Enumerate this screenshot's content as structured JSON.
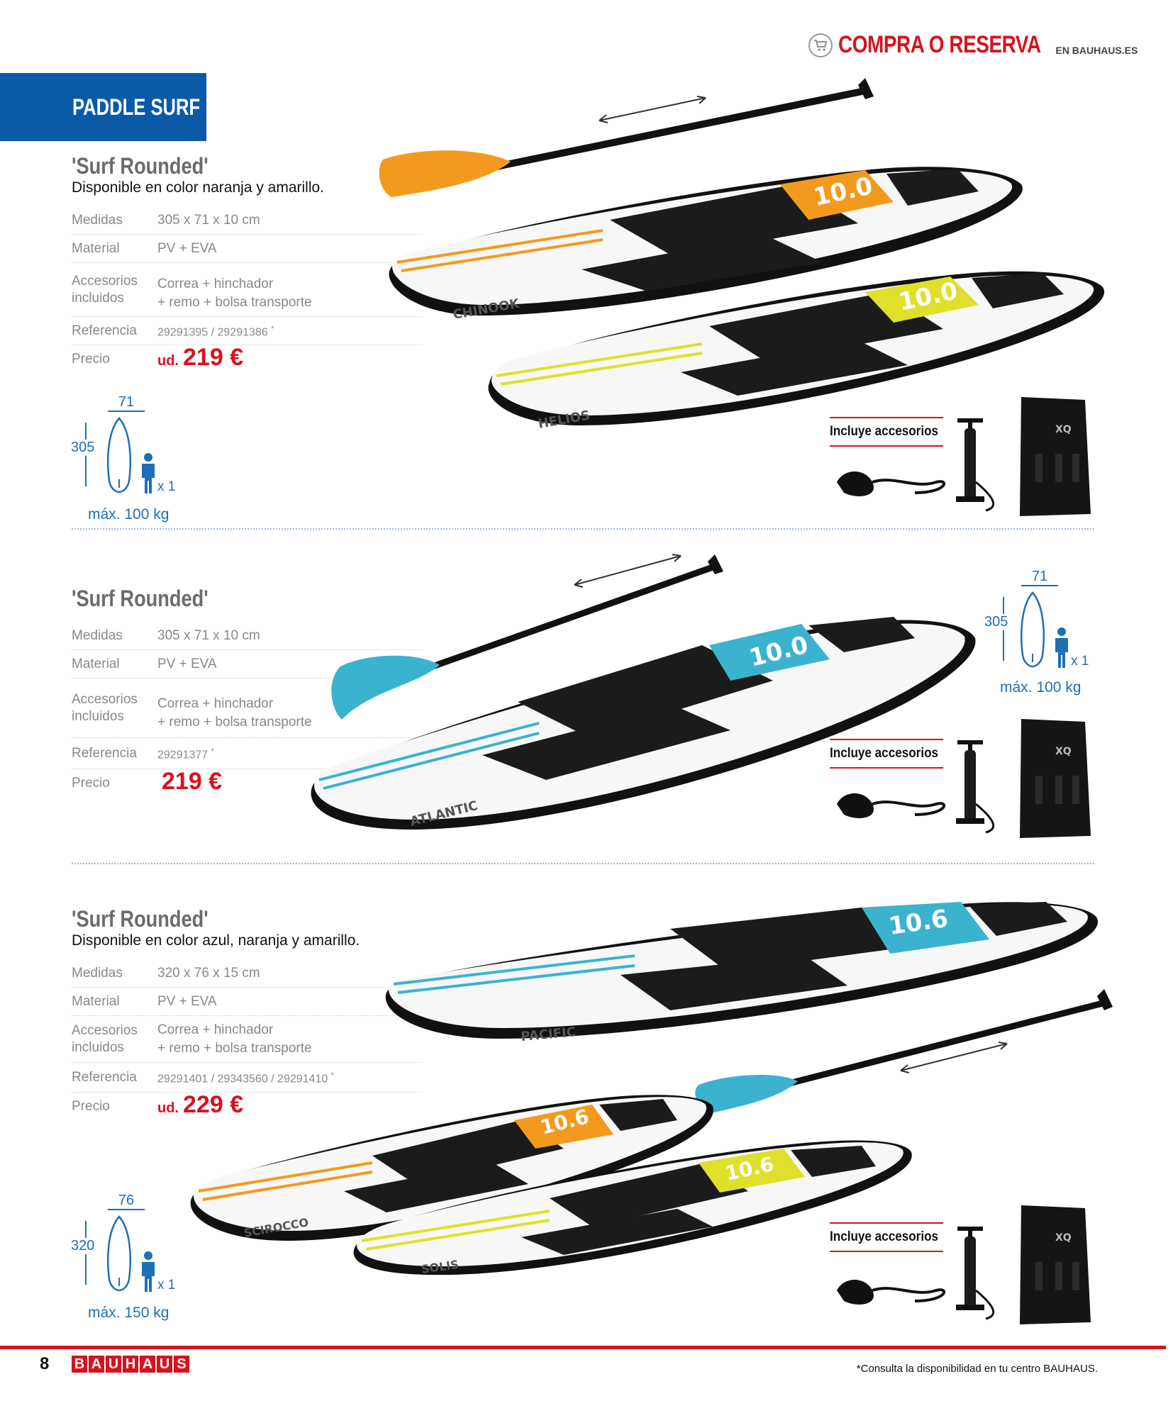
{
  "header": {
    "cta_main": "COMPRA O RESERVA",
    "cta_sub": "EN BAUHAUS.ES",
    "cart_icon": "shopping-cart-icon"
  },
  "section": {
    "title": "PADDLE SURF"
  },
  "labels": {
    "medidas": "Medidas",
    "material": "Material",
    "accesorios_1": "Accesorios",
    "accesorios_2": "incluidos",
    "referencia": "Referencia",
    "precio": "Precio",
    "incluye": "Incluye accesorios"
  },
  "products": [
    {
      "title": "'Surf Rounded'",
      "availability": "Disponible en color naranja y amarillo.",
      "medidas": "305 x 71 x 10 cm",
      "material": "PV + EVA",
      "accesorios_1": "Correa + hinchador",
      "accesorios_2": "+ remo + bolsa transporte",
      "referencia": "29291395 / 29291386",
      "ref_mark": "*",
      "price_unit": "ud.",
      "price": "219 €",
      "dim_width": "71",
      "dim_length": "305",
      "persons": "x 1",
      "max": "máx. 100 kg",
      "boards": [
        {
          "name": "CHINOOK",
          "accent": "#f39a1e",
          "size": "10.0"
        },
        {
          "name": "HELIOS",
          "accent": "#dfe02a",
          "size": "10.0"
        }
      ],
      "paddle_color": "#f39a1e"
    },
    {
      "title": "'Surf Rounded'",
      "availability": "",
      "medidas": "305 x 71 x 10 cm",
      "material": "PV + EVA",
      "accesorios_1": "Correa + hinchador",
      "accesorios_2": "+ remo + bolsa transporte",
      "referencia": "29291377",
      "ref_mark": "*",
      "price_unit": "",
      "price": "219 €",
      "dim_width": "71",
      "dim_length": "305",
      "persons": "x 1",
      "max": "máx. 100 kg",
      "boards": [
        {
          "name": "ATLANTIC",
          "accent": "#3bb3cf",
          "size": "10.0"
        }
      ],
      "paddle_color": "#3bb3cf"
    },
    {
      "title": "'Surf Rounded'",
      "availability": "Disponible en color azul, naranja y amarillo.",
      "medidas": "320 x 76 x 15 cm",
      "material": "PV + EVA",
      "accesorios_1": "Correa + hinchador",
      "accesorios_2": "+ remo + bolsa transporte",
      "referencia": "29291401 / 29343560 / 29291410",
      "ref_mark": "*",
      "price_unit": "ud.",
      "price": "229 €",
      "dim_width": "76",
      "dim_length": "320",
      "persons": "x 1",
      "max": "máx. 150 kg",
      "boards": [
        {
          "name": "PACIFIC",
          "accent": "#3bb3cf",
          "size": "10.6"
        },
        {
          "name": "SCIROCCO",
          "accent": "#f39a1e",
          "size": "10.6"
        },
        {
          "name": "SOLIS",
          "accent": "#dfe02a",
          "size": "10.6"
        }
      ],
      "paddle_color": "#3bb3cf"
    }
  ],
  "footer": {
    "page": "8",
    "brand": "BAUHAUS",
    "note": "*Consulta la disponibilidad en tu centro BAUHAUS."
  }
}
